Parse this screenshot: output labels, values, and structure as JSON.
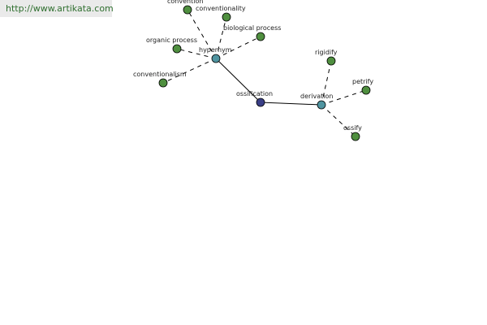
{
  "header": {
    "url": "http://www.artikata.com"
  },
  "colors": {
    "leaf": "#4f8f3f",
    "relation": "#4f94a0",
    "root": "#3a3f86"
  },
  "nodes": {
    "ossification": "ossification",
    "hypernym": "hypernym",
    "derivation": "derivation",
    "convention": "convention",
    "conventionality": "conventionality",
    "biological_process": "biological process",
    "organic_process": "organic process",
    "conventionalism": "conventionalism",
    "rigidify": "rigidify",
    "petrify": "petrify",
    "ossify": "ossify"
  }
}
